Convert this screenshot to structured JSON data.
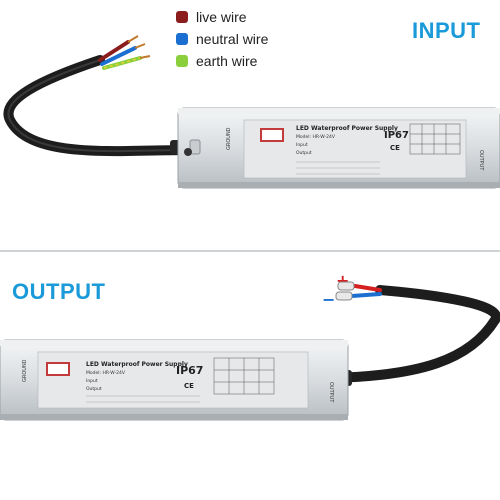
{
  "input_panel": {
    "title": "INPUT",
    "title_color": "#1a9ad8",
    "legend": [
      {
        "label": "live wire",
        "color": "#8b1d1d"
      },
      {
        "label": "neutral wire",
        "color": "#1a6fd0"
      },
      {
        "label": "earth wire",
        "color": "#8ccf3c"
      }
    ]
  },
  "output_panel": {
    "title": "OUTPUT",
    "title_color": "#1a9ad8",
    "positive_symbol": "+",
    "negative_symbol": "−",
    "positive_color": "#d42020",
    "negative_color": "#1a6fd0"
  },
  "device_label": {
    "heading": "LED Waterproof Power Supply",
    "model": "Model: HR-W-24V",
    "rating": "IP67",
    "input_label": "Input",
    "output_label": "Output",
    "ce_mark": "CE"
  }
}
